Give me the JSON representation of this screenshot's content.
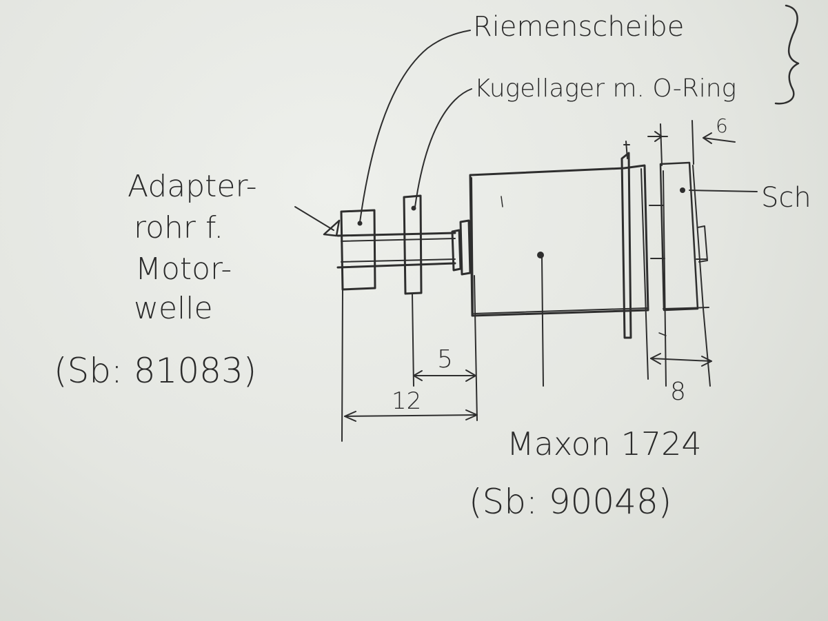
{
  "labels": {
    "riemenscheibe": "Riemenscheibe",
    "kugellager": "Kugellager m. O-Ring",
    "adapter_line1": "Adapter-",
    "adapter_line2": "rohr f.",
    "adapter_line3": "Motor-",
    "adapter_line4": "welle",
    "adapter_part_no": "(Sb: 81083)",
    "motor_name": "Maxon 1724",
    "motor_part_no": "(Sb: 90048)",
    "right_label_partial": "Sch"
  },
  "dimensions": {
    "dim_5": "5",
    "dim_12": "12",
    "dim_8": "8",
    "dim_6": "6"
  }
}
